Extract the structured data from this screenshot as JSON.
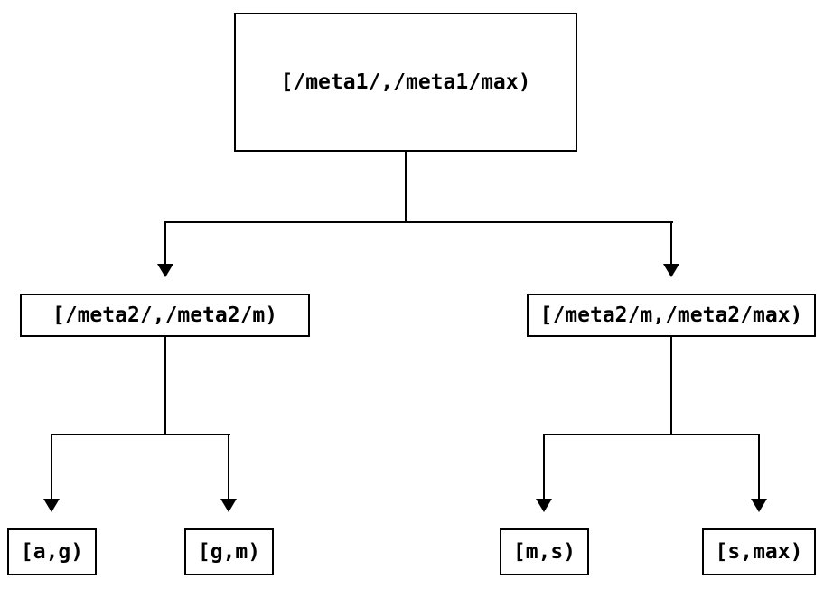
{
  "diagram": {
    "type": "tree",
    "colors": {
      "background": "#ffffff",
      "line": "#000000",
      "text": "#000000",
      "node_fill": "#ffffff"
    },
    "nodes": {
      "root": {
        "label": "[/meta1/,/meta1/max)"
      },
      "meta2_low": {
        "label": "[/meta2/,/meta2/m)"
      },
      "meta2_high": {
        "label": "[/meta2/m,/meta2/max)"
      },
      "leaf_a_g": {
        "label": "[a,g)"
      },
      "leaf_g_m": {
        "label": "[g,m)"
      },
      "leaf_m_s": {
        "label": "[m,s)"
      },
      "leaf_s_max": {
        "label": "[s,max)"
      }
    },
    "edges": [
      {
        "from": "root",
        "to": "meta2_low"
      },
      {
        "from": "root",
        "to": "meta2_high"
      },
      {
        "from": "meta2_low",
        "to": "leaf_a_g"
      },
      {
        "from": "meta2_low",
        "to": "leaf_g_m"
      },
      {
        "from": "meta2_high",
        "to": "leaf_m_s"
      },
      {
        "from": "meta2_high",
        "to": "leaf_s_max"
      }
    ]
  }
}
